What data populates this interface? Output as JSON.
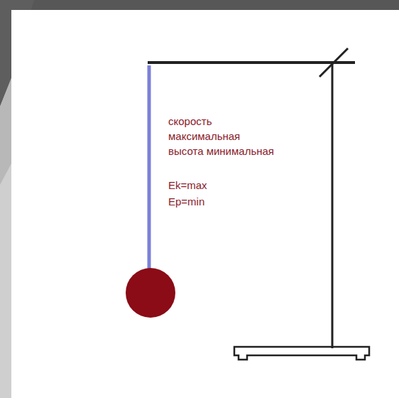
{
  "diagram": {
    "labels": [
      "скорость максимальная",
      "высота минимальная",
      "Ek=max",
      "Ep=min"
    ]
  }
}
